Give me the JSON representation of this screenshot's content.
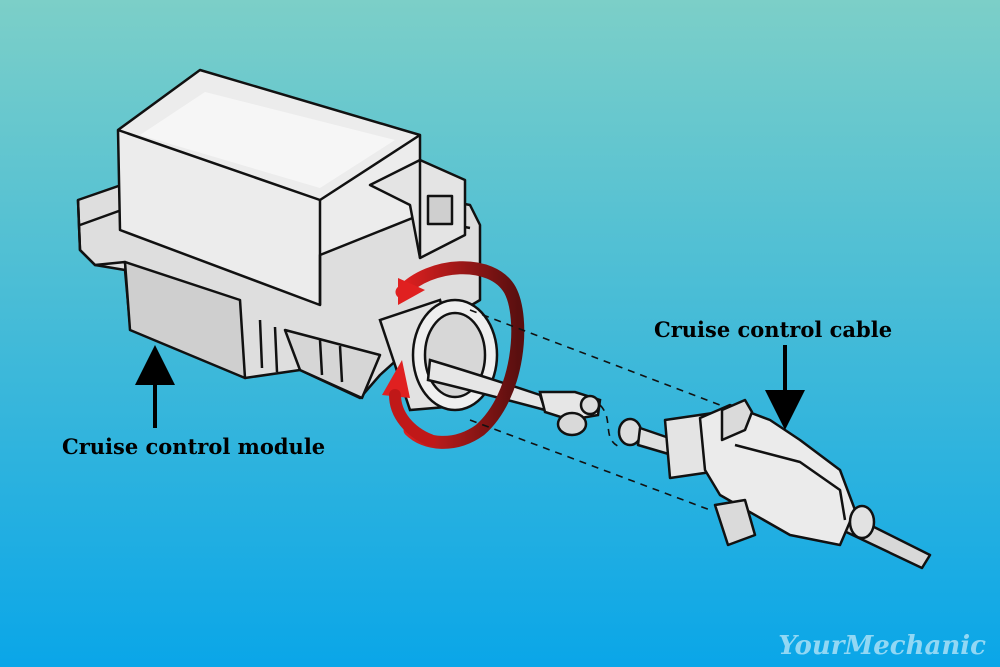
{
  "labels": {
    "module": "Cruise control module",
    "cable": "Cruise control cable"
  },
  "watermark": "YourMechanic",
  "colors": {
    "background_top": "#7ccfc8",
    "background_bottom": "#0aa6e8",
    "part_fill": "#e9e9e9",
    "outline": "#111111",
    "rotation_arrow": "#d81e1e"
  }
}
